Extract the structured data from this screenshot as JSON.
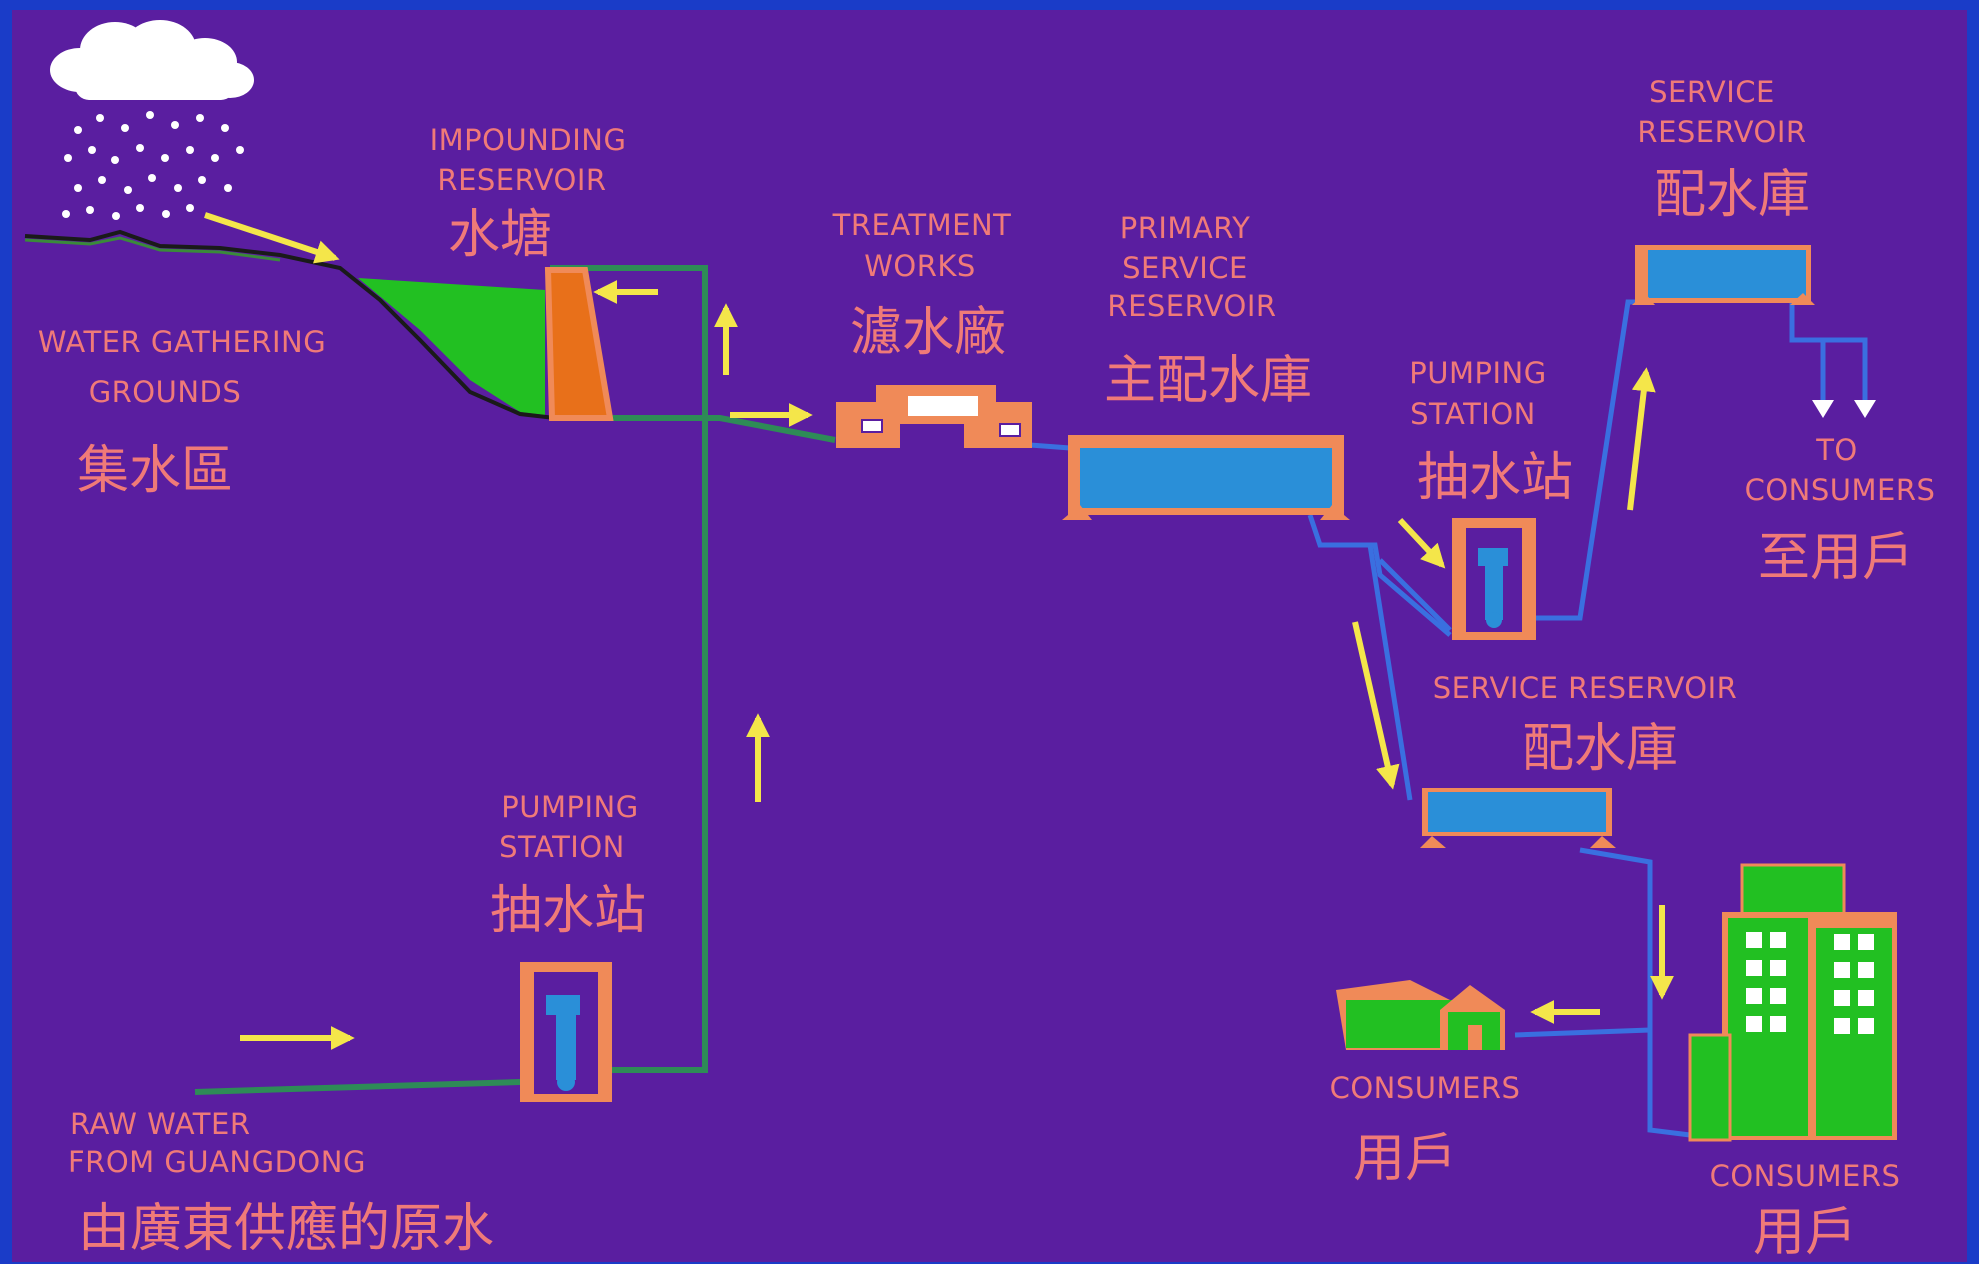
{
  "colors": {
    "background": "#5a1ea0",
    "border": "#1a3cc8",
    "label": "#f07a78",
    "arrow": "#f4e64a",
    "pipe_raw": "#2e8b57",
    "pipe_treated": "#3a6fe0",
    "water": "#2a8fd8",
    "structure": "#f08a58",
    "land": "#22c022",
    "dam": "#e8701a"
  },
  "labels": {
    "water_gathering": {
      "en1": "WATER GATHERING",
      "en2": "GROUNDS",
      "zh": "集水區"
    },
    "impounding": {
      "en1": "IMPOUNDING",
      "en2": "RESERVOIR",
      "zh": "水塘"
    },
    "treatment": {
      "en1": "TREATMENT",
      "en2": "WORKS",
      "zh": "濾水廠"
    },
    "primary": {
      "en1": "PRIMARY",
      "en2": "SERVICE",
      "en3": "RESERVOIR",
      "zh": "主配水庫"
    },
    "pumping_upper": {
      "en1": "PUMPING",
      "en2": "STATION",
      "zh": "抽水站"
    },
    "service_top": {
      "en1": "SERVICE",
      "en2": "RESERVOIR",
      "zh": "配水庫"
    },
    "to_consumers": {
      "en1": "TO",
      "en2": "CONSUMERS",
      "zh": "至用戶"
    },
    "service_mid": {
      "en1": "SERVICE RESERVOIR",
      "zh": "配水庫"
    },
    "pumping_lower": {
      "en1": "PUMPING",
      "en2": "STATION",
      "zh": "抽水站"
    },
    "raw_water": {
      "en1": "RAW WATER",
      "en2": "FROM GUANGDONG",
      "zh": "由廣東供應的原水"
    },
    "consumers_house": {
      "en1": "CONSUMERS",
      "zh": "用戶"
    },
    "consumers_building": {
      "en1": "CONSUMERS",
      "zh": "用戶"
    }
  },
  "icons": [
    "rain-cloud-icon",
    "house-icon",
    "office-building-icon",
    "pump-icon"
  ]
}
